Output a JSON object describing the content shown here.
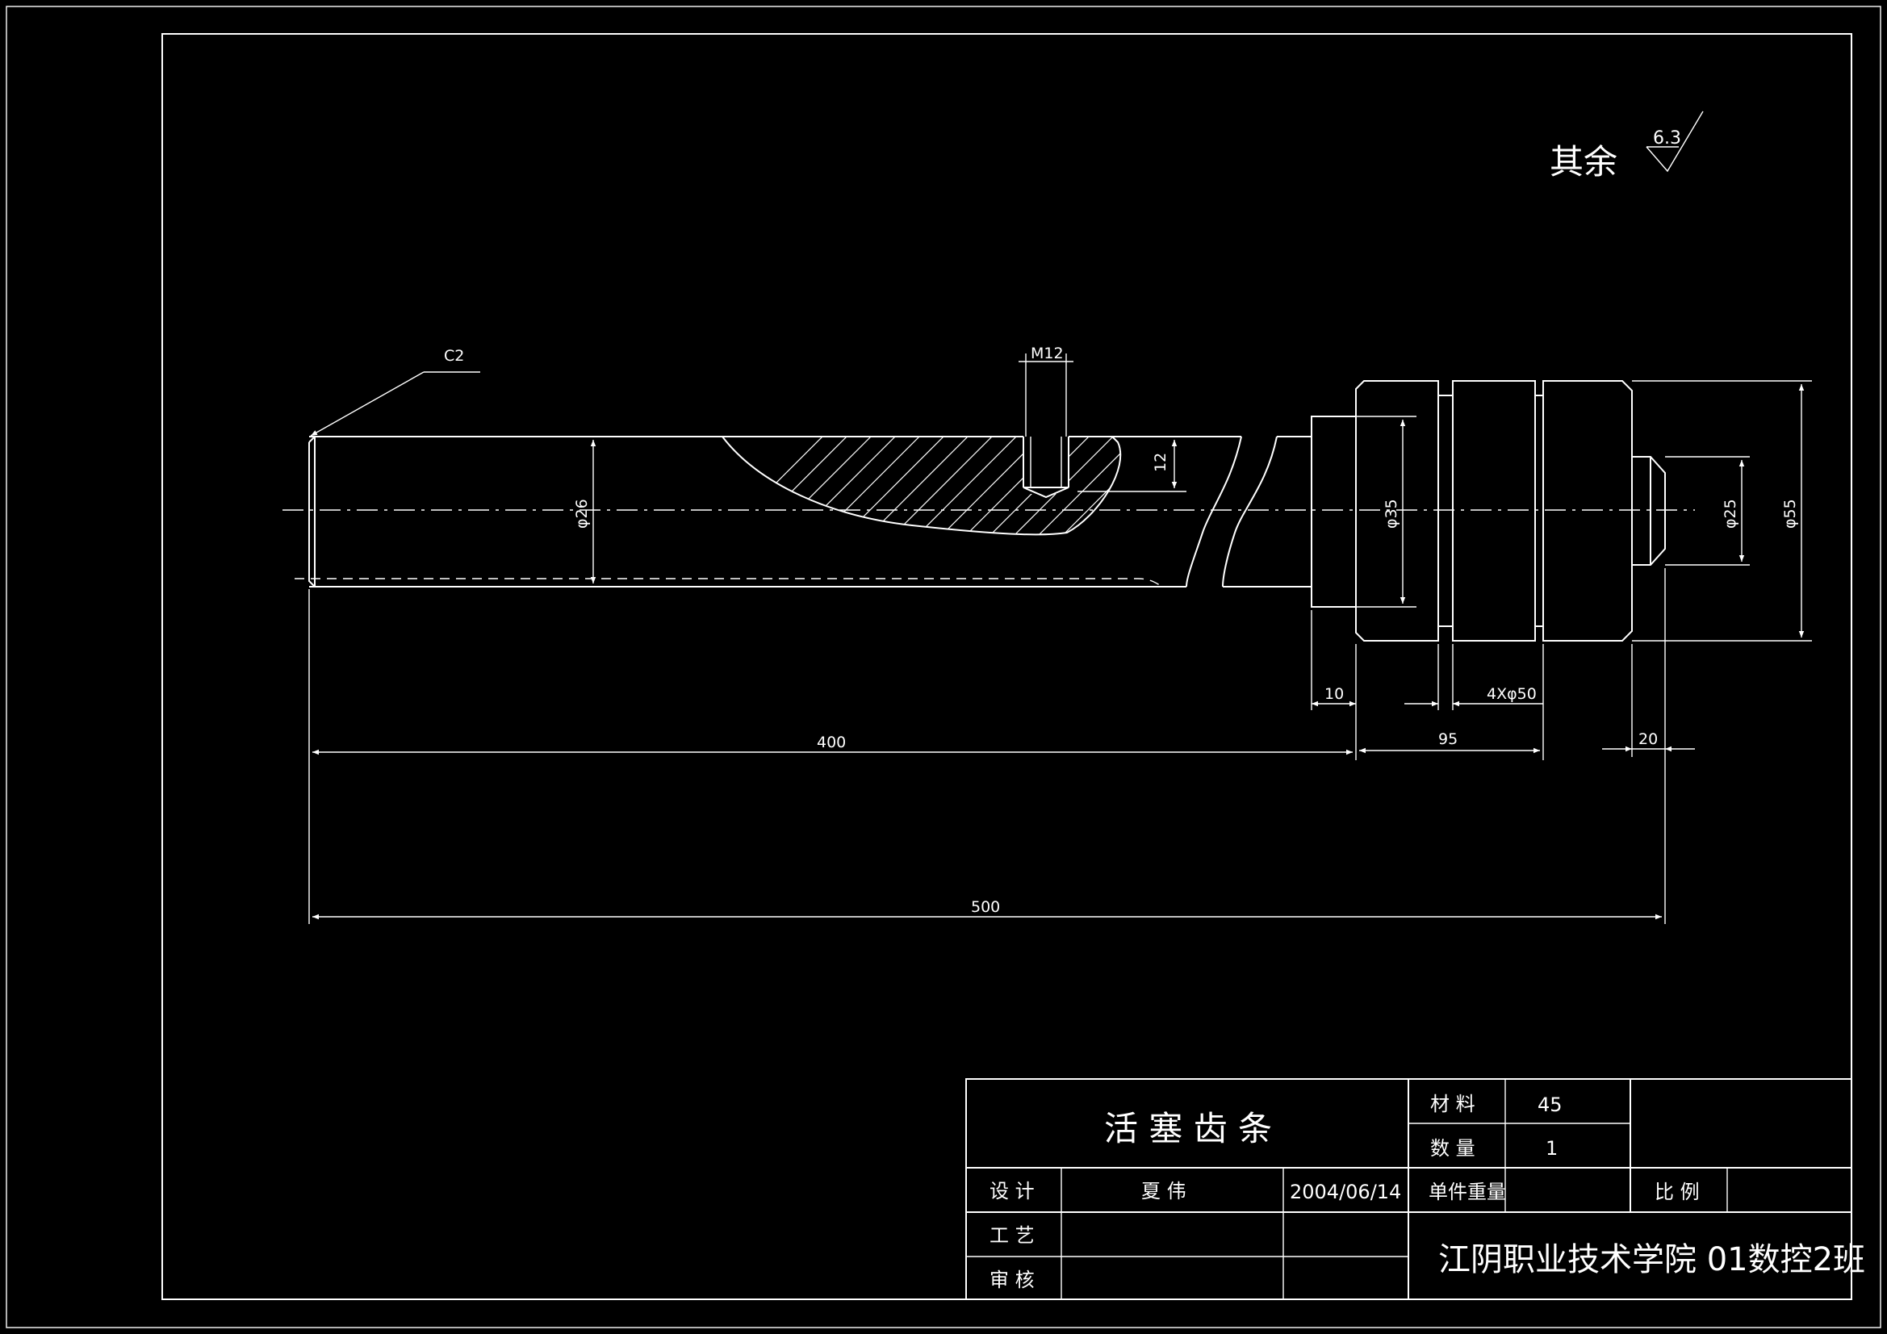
{
  "drawing": {
    "surface_note": {
      "label": "其余",
      "roughness": "6.3"
    },
    "dimensions": {
      "chamfer": "C2",
      "thread": "M12",
      "depth": "12",
      "dia_rod": "φ26",
      "dia_shoulder": "φ35",
      "dia_tip": "φ25",
      "dia_piston": "φ55",
      "len_groove": "10",
      "grooves": "4Xφ50",
      "len_rod": "400",
      "len_piston": "95",
      "len_tip": "20",
      "len_total": "500"
    },
    "colors": {
      "background": "#000000",
      "line": "#ffffff"
    }
  },
  "title_block": {
    "part_name": "活 塞 齿 条",
    "material_label": "材 料",
    "material_value": "45",
    "quantity_label": "数 量",
    "quantity_value": "1",
    "design_label": "设 计",
    "designer": "夏  伟",
    "date": "2004/06/14",
    "weight_label": "单件重量",
    "scale_label": "比 例",
    "process_label": "工 艺",
    "review_label": "审 核",
    "school": "江阴职业技术学院  01数控2班"
  }
}
